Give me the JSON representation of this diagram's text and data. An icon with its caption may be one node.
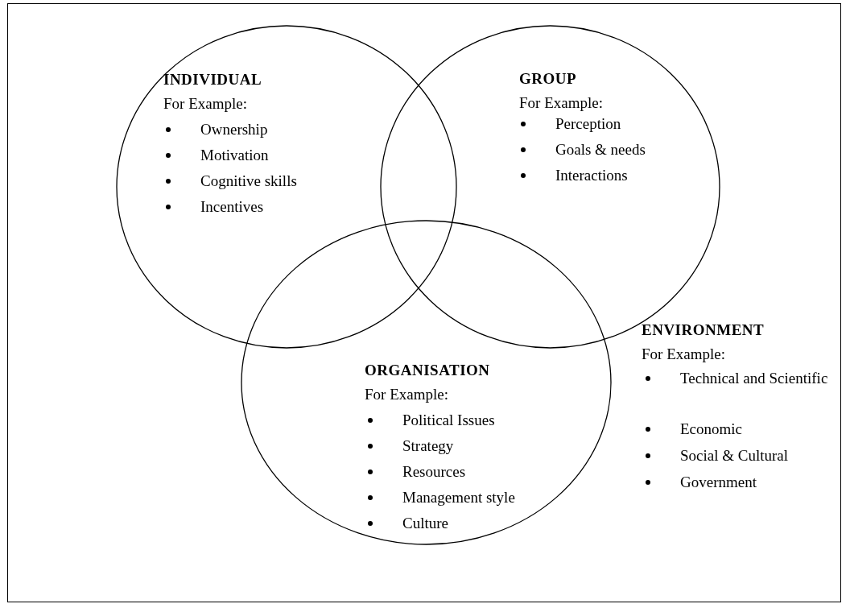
{
  "diagram": {
    "nodes": [
      {
        "text": [
          "INDIVIDUAL",
          "For Example:",
          "Ownership",
          "Motivation",
          "Cognitive skills",
          "Incentives"
        ]
      },
      {
        "text": [
          "GROUP",
          "For Example:",
          "Perception",
          "Goals & needs",
          "Interactions"
        ]
      },
      {
        "text": [
          "ORGANISATION",
          "For Example:",
          "Political Issues",
          "Strategy",
          "Resources",
          "Management style",
          "Culture"
        ]
      }
    ],
    "edges": [],
    "labels": [
      "ENVIRONMENT",
      "For Example:",
      "Technical and Scientific",
      "Economic",
      "Social & Cultural",
      "Government"
    ]
  }
}
